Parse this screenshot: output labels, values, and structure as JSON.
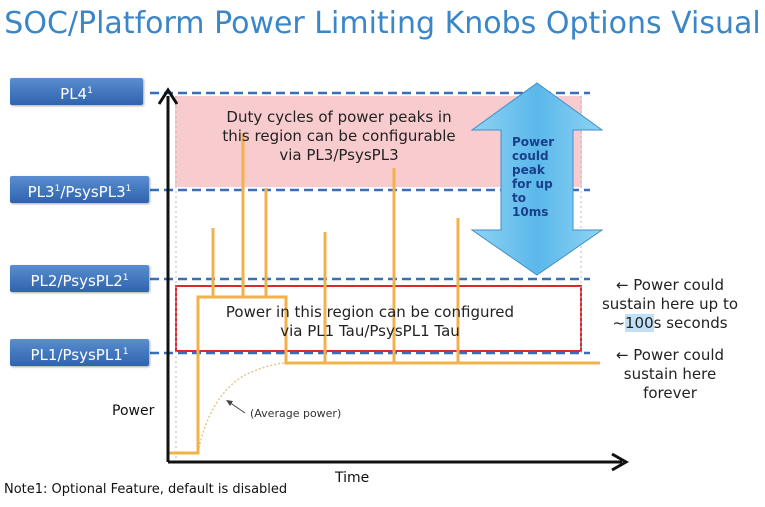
{
  "title": "SOC/Platform Power Limiting Knobs Options Visual",
  "levels": {
    "pl4": {
      "label": "PL4",
      "sup": "1"
    },
    "pl3": {
      "label": "PL3",
      "sup1": "1",
      "label2": "/PsysPL3",
      "sup2": "1"
    },
    "pl2": {
      "label": "PL2/PsysPL2",
      "sup": "1"
    },
    "pl1": {
      "label": "PL1/PsysPL1",
      "sup": "1"
    }
  },
  "regions": {
    "pink_line1": "Duty cycles of power peaks in",
    "pink_line2": "this region can be configurable",
    "pink_line3": "via PL3/PsysPL3",
    "red_line1": "Power in this region can be configured",
    "red_line2": "via PL1 Tau/PsysPL1 Tau"
  },
  "peak_arrow": {
    "line1": "Power",
    "line2": "could",
    "line3": "peak",
    "line4": "for up",
    "line5": "to",
    "line6": "10ms"
  },
  "notes": {
    "sustain_100s_line1": "← Power could",
    "sustain_100s_line2": "sustain here up to",
    "sustain_100s_line3_pre": "~",
    "sustain_100s_line3_hl": "100",
    "sustain_100s_line3_post": "s seconds",
    "forever_line1": "← Power could",
    "forever_line2": "sustain here",
    "forever_line3": "forever"
  },
  "axes": {
    "y_label": "Power",
    "x_label": "Time",
    "avg_label": "(Average power)"
  },
  "footnote": "Note1: Optional Feature, default is disabled",
  "colors": {
    "title": "#3a86c8",
    "level_box": "#3a70bb",
    "dashed": "#3a6fb6",
    "pink_region": "#f7c6c9",
    "red_border": "#e0262b",
    "power_trace": "#f2b24a",
    "peak_arrow": "#6dc0ec"
  }
}
